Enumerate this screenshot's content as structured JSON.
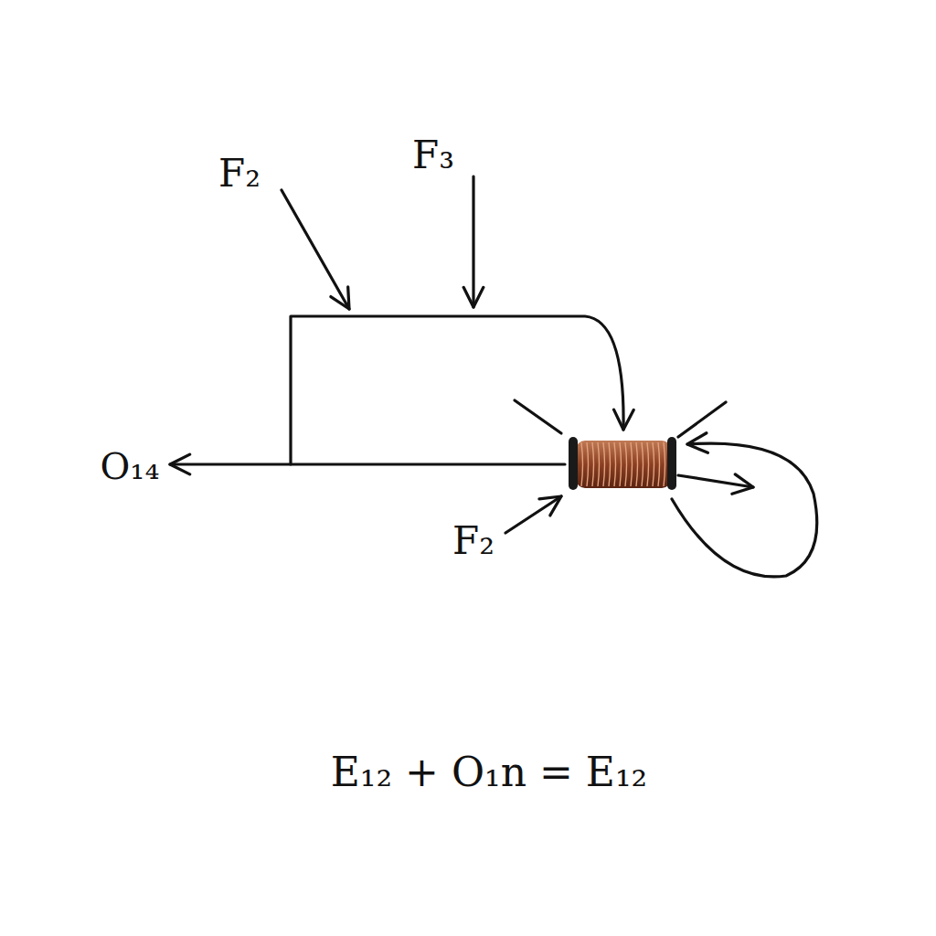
{
  "diagram": {
    "labels": [
      "F₂",
      "F₃",
      "O₁₄",
      "F₂",
      "E₁₂ + O₁n = E₁₂"
    ]
  }
}
